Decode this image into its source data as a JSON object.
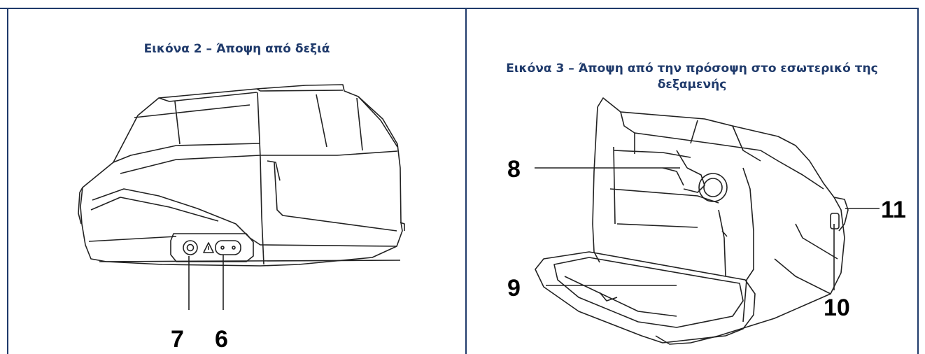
{
  "left_panel": {
    "caption": "Εικόνα 2 – Άποψη από δεξιά",
    "callouts": [
      "7",
      "6"
    ]
  },
  "right_panel": {
    "caption_line1": "Εικόνα 3 – Άποψη από την πρόσοψη στο εσωτερικό της",
    "caption_line2": "δεξαμενής",
    "callouts": [
      "8",
      "9",
      "10",
      "11"
    ]
  }
}
